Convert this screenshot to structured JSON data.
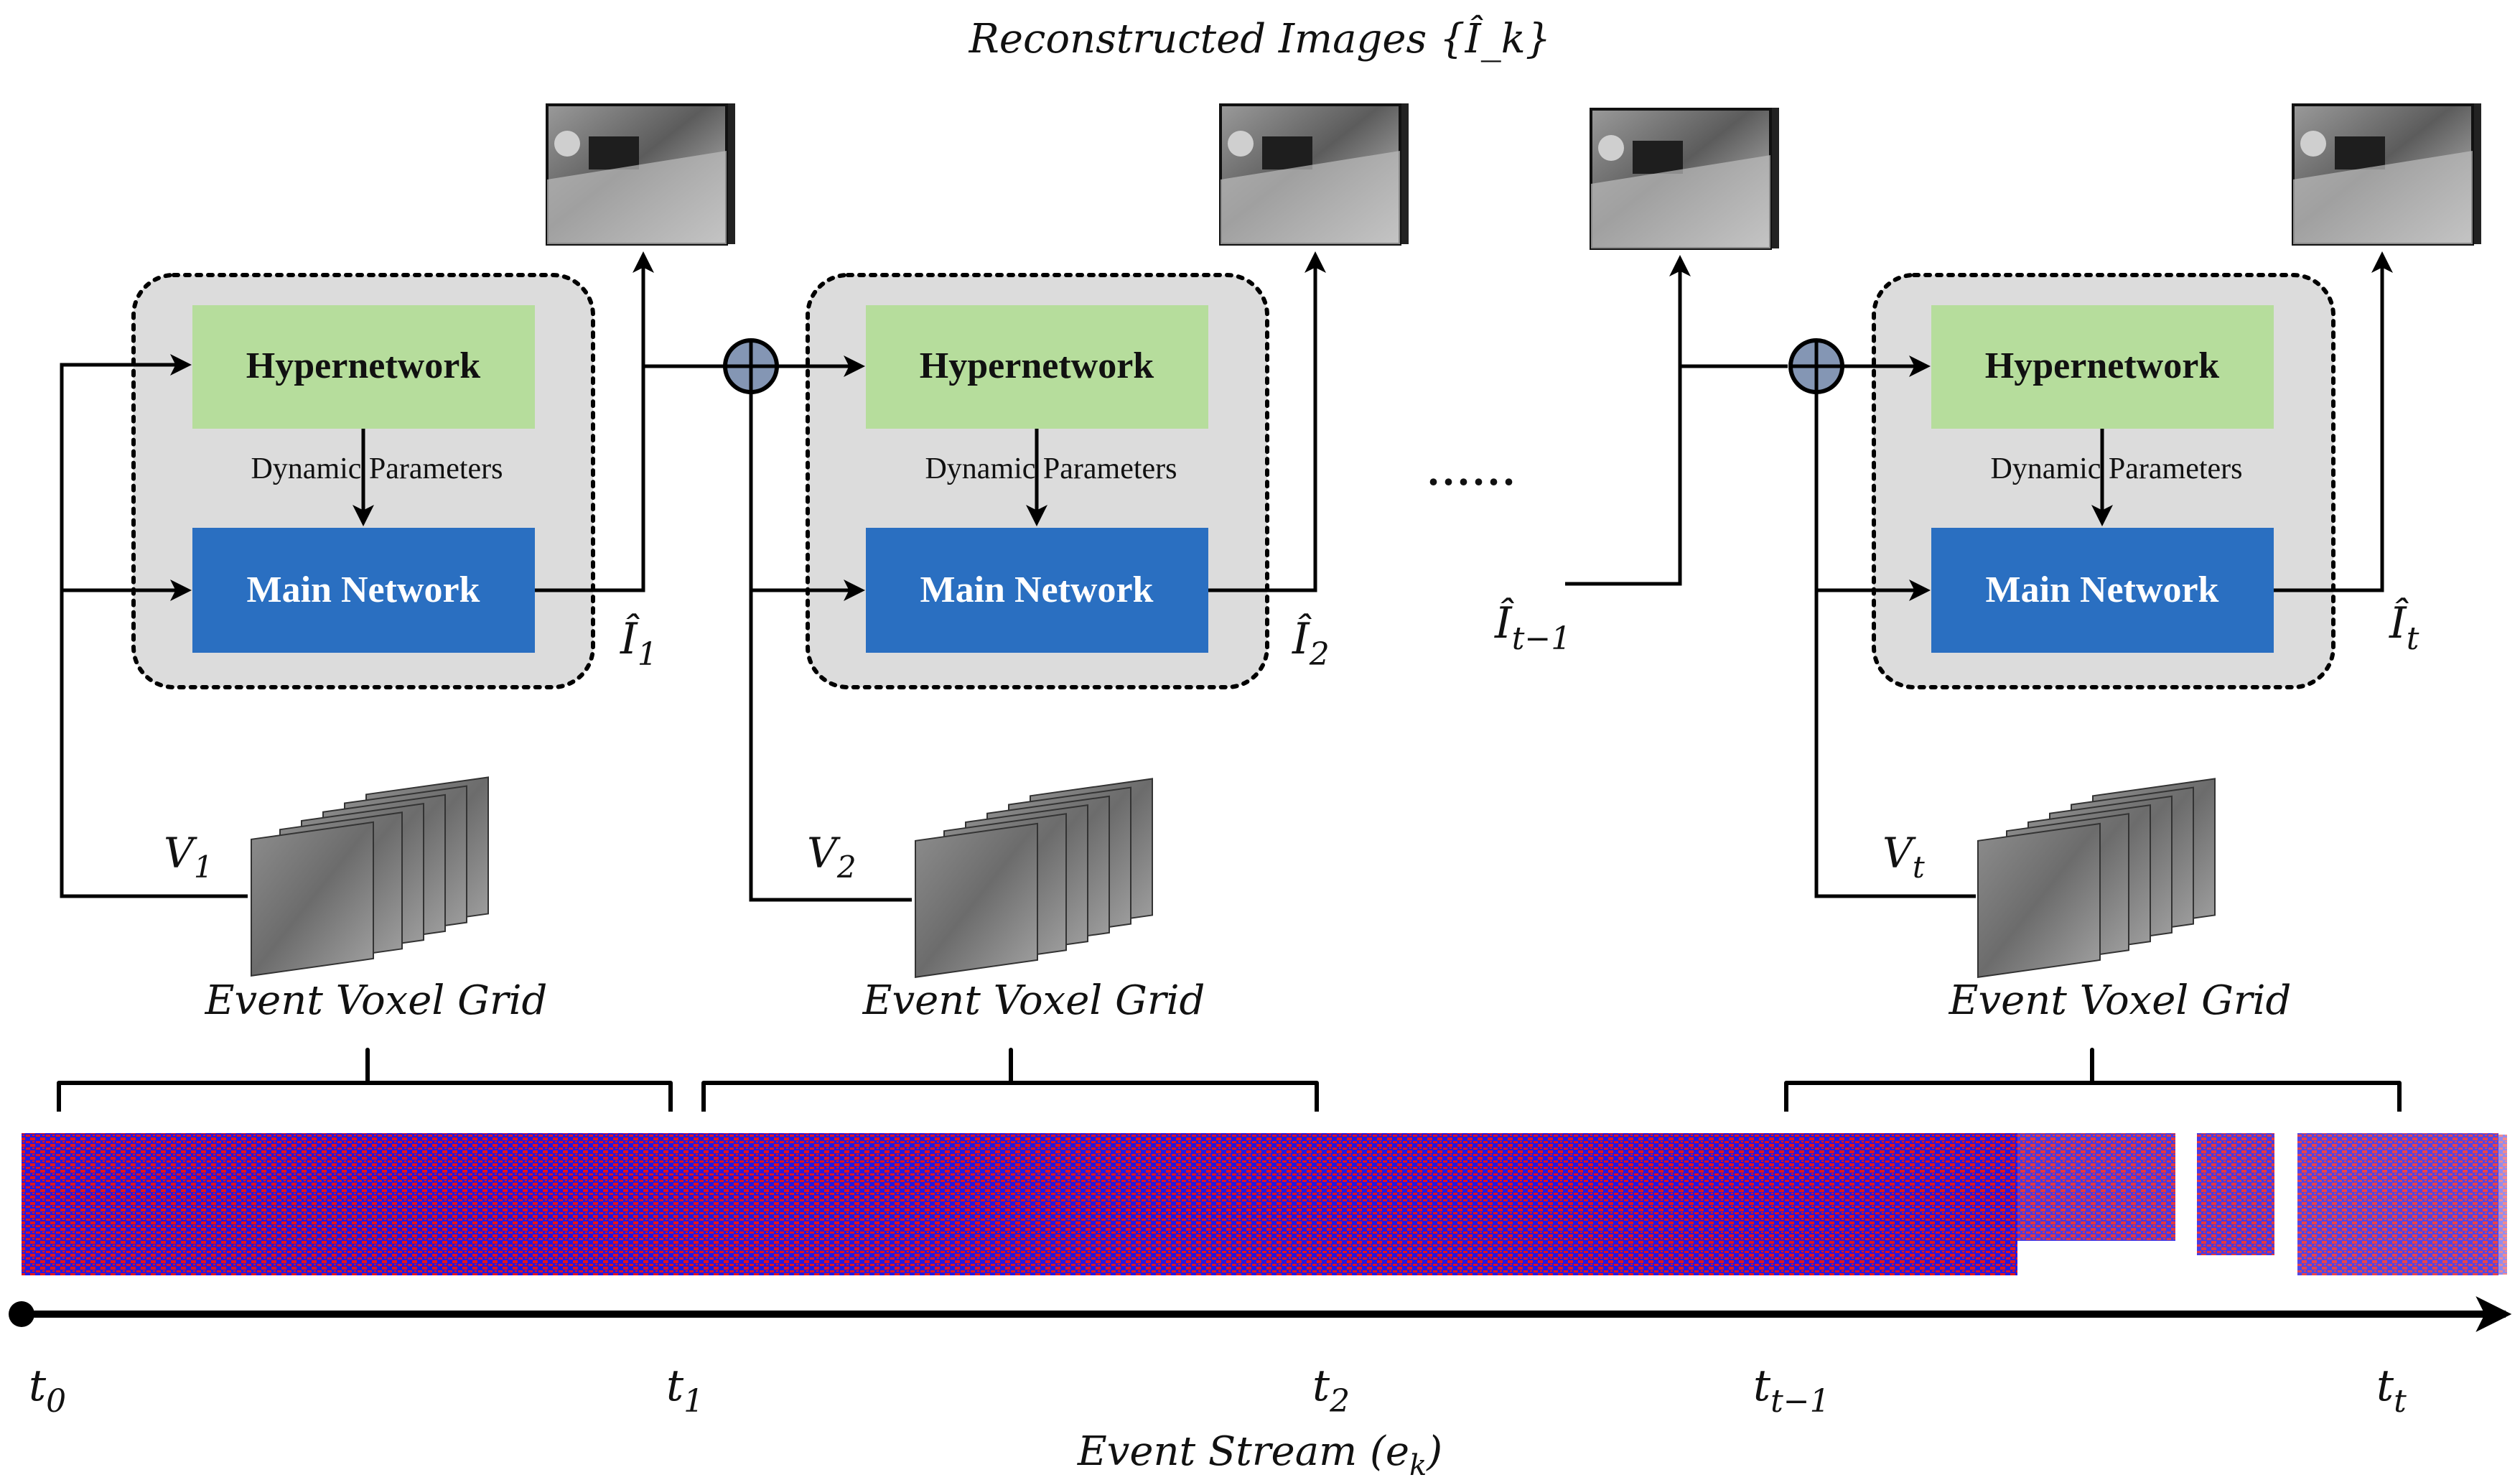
{
  "title": "Reconstructed Images {Î_k}",
  "boxes": [
    {
      "hyper": "Hypernetwork",
      "dynamic": "Dynamic Parameters",
      "main": "Main Network",
      "output": "Î",
      "output_sub": "1",
      "voxel_label": "V",
      "voxel_sub": "1",
      "voxel_caption": "Event Voxel Grid"
    },
    {
      "hyper": "Hypernetwork",
      "dynamic": "Dynamic Parameters",
      "main": "Main Network",
      "output": "Î",
      "output_sub": "2",
      "voxel_label": "V",
      "voxel_sub": "2",
      "voxel_caption": "Event Voxel Grid"
    },
    {
      "hyper": "Hypernetwork",
      "dynamic": "Dynamic Parameters",
      "main": "Main Network",
      "output": "Î",
      "output_sub": "t",
      "voxel_label": "V",
      "voxel_sub": "t",
      "voxel_caption": "Event Voxel Grid"
    }
  ],
  "prev_output": {
    "base": "Î",
    "sub": "t−1"
  },
  "ellipsis": "......",
  "timeline": {
    "ticks": [
      {
        "base": "t",
        "sub": "0"
      },
      {
        "base": "t",
        "sub": "1"
      },
      {
        "base": "t",
        "sub": "2"
      },
      {
        "base": "t",
        "sub": "t−1"
      },
      {
        "base": "t",
        "sub": "t"
      }
    ],
    "caption_base": "Event Stream (e",
    "caption_sub": "k",
    "caption_end": ")"
  },
  "colors": {
    "hyper_fill": "#b6dd9c",
    "main_fill": "#2a6fc1",
    "module_fill": "#dcdcdc",
    "sum_node": "#8496b4",
    "event_red": "#e2141c",
    "event_blue": "#2418e0"
  }
}
